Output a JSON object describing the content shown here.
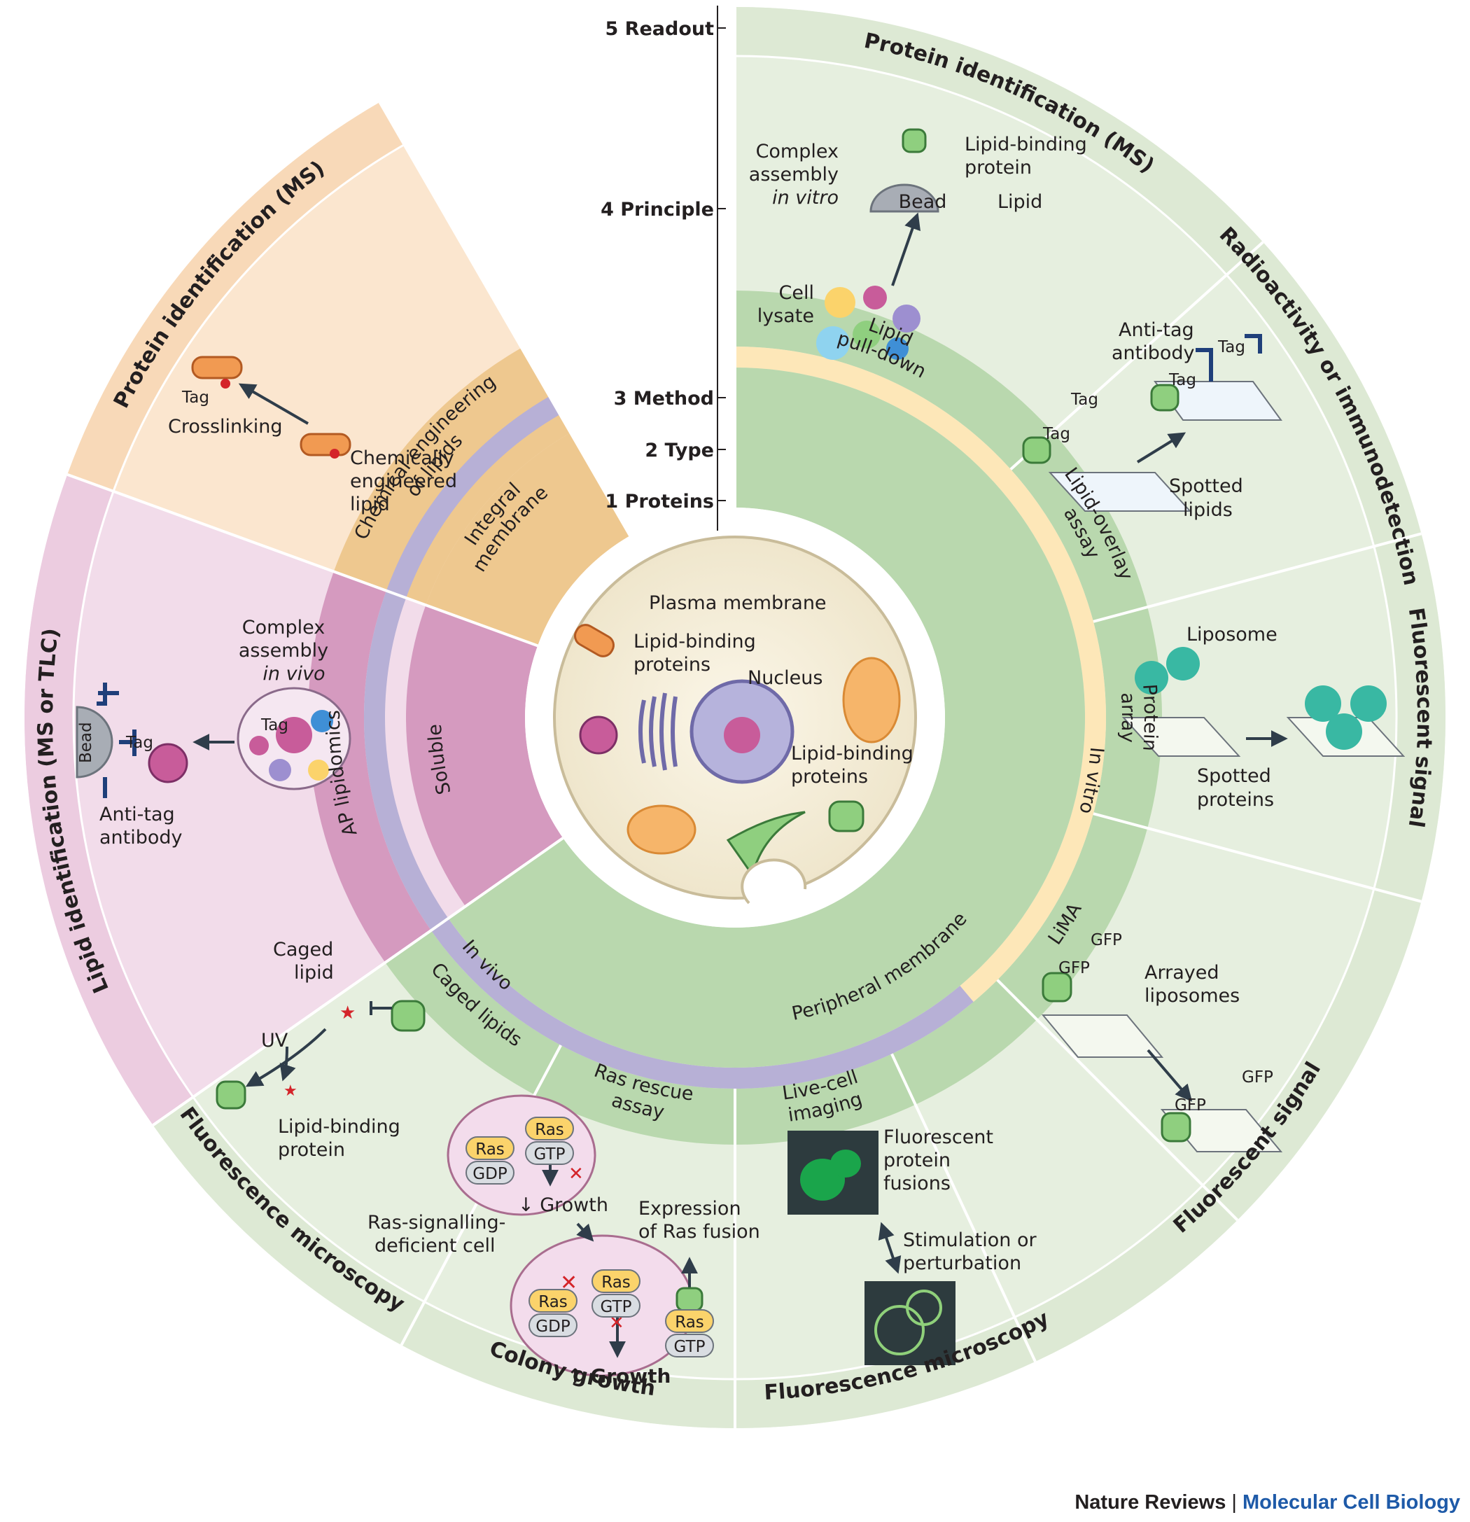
{
  "axis": {
    "readout": "5  Readout",
    "principle": "4  Principle",
    "method": "3  Method",
    "type": "2  Type",
    "proteins": "1  Proteins"
  },
  "proteins": {
    "integral": [
      "Integral",
      "membrane"
    ],
    "soluble": "Soluble",
    "peripheral": "Peripheral membrane"
  },
  "types": {
    "in_vitro": "In vitro",
    "in_vivo": "In vivo",
    "chem": [
      "Chemical engineering",
      "of lipids"
    ]
  },
  "methods": {
    "pull_down": [
      "Lipid",
      "pull-down"
    ],
    "overlay": [
      "Lipid-overlay",
      "assay"
    ],
    "protein_array": [
      "Protein",
      "array"
    ],
    "lima": "LiMA",
    "live_cell": [
      "Live-cell",
      "imaging"
    ],
    "ras_rescue": [
      "Ras rescue",
      "assay"
    ],
    "caged": "Caged lipids",
    "ap_lipidomics": "AP lipidomics"
  },
  "readouts": {
    "ms_top": "Protein identification (MS)",
    "radio": "Radioactivity or immunodetection",
    "fluor_right": "Fluorescent signal",
    "fluor_lower_right": "Fluorescent signal",
    "fluor_micro_bottom": "Fluorescence microscopy",
    "colony": "Colony growth",
    "fluor_micro_left": "Fluorescence microscopy",
    "lipid_id": "Lipid identification (MS or TLC)",
    "ms_left": "Protein identification (MS)"
  },
  "cell": {
    "plasma_membrane": "Plasma membrane",
    "lbp1": [
      "Lipid-binding",
      "proteins"
    ],
    "nucleus": "Nucleus",
    "lbp2": [
      "Lipid-binding",
      "proteins"
    ]
  },
  "pulldown": {
    "complex": [
      "Complex",
      "assembly",
      "in vitro"
    ],
    "lbp": [
      "Lipid-binding",
      "protein"
    ],
    "bead": "Bead",
    "lipid": "Lipid",
    "lysate": [
      "Cell",
      "lysate"
    ]
  },
  "overlay": {
    "anti_tag": [
      "Anti-tag",
      "antibody"
    ],
    "tag": "Tag",
    "spotted": [
      "Spotted",
      "lipids"
    ]
  },
  "array": {
    "liposome": "Liposome",
    "spotted": [
      "Spotted",
      "proteins"
    ]
  },
  "lima": {
    "gfp": "GFP",
    "arrayed": [
      "Arrayed",
      "liposomes"
    ]
  },
  "live": {
    "fusions": [
      "Fluorescent",
      "protein",
      "fusions"
    ],
    "stim": [
      "Stimulation or",
      "perturbation"
    ]
  },
  "ras": {
    "ras": "Ras",
    "gtp": "GTP",
    "gdp": "GDP",
    "down_growth": "↓ Growth",
    "up_growth": "↑ Growth",
    "deficient": [
      "Ras-signalling-",
      "deficient cell"
    ],
    "expression": [
      "Expression",
      "of Ras fusion"
    ]
  },
  "caged": {
    "caged_lipid": [
      "Caged",
      "lipid"
    ],
    "uv": "UV",
    "lbp": [
      "Lipid-binding",
      "protein"
    ]
  },
  "ap": {
    "complex": [
      "Complex",
      "assembly",
      "in vivo"
    ],
    "tag": "Tag",
    "bead": "Bead",
    "anti_tag": [
      "Anti-tag",
      "antibody"
    ]
  },
  "chem": {
    "tag": "Tag",
    "crosslinking": "Crosslinking",
    "engineered": [
      "Chemically",
      "engineered",
      "lipid"
    ]
  },
  "footer": {
    "journal_a": "Nature Reviews",
    "sep": " | ",
    "journal_b": "Molecular Cell Biology"
  },
  "colors": {
    "green_outer": "#e6efdf",
    "green_ring": "#b9d8ae",
    "cream_ring": "#fde7b8",
    "purple_ring": "#b7b0d6",
    "pink_ring": "#d59abf",
    "orange_ring": "#eec88f",
    "pink_sector": "#f2dcea",
    "orange_sector": "#fbe6cf"
  }
}
